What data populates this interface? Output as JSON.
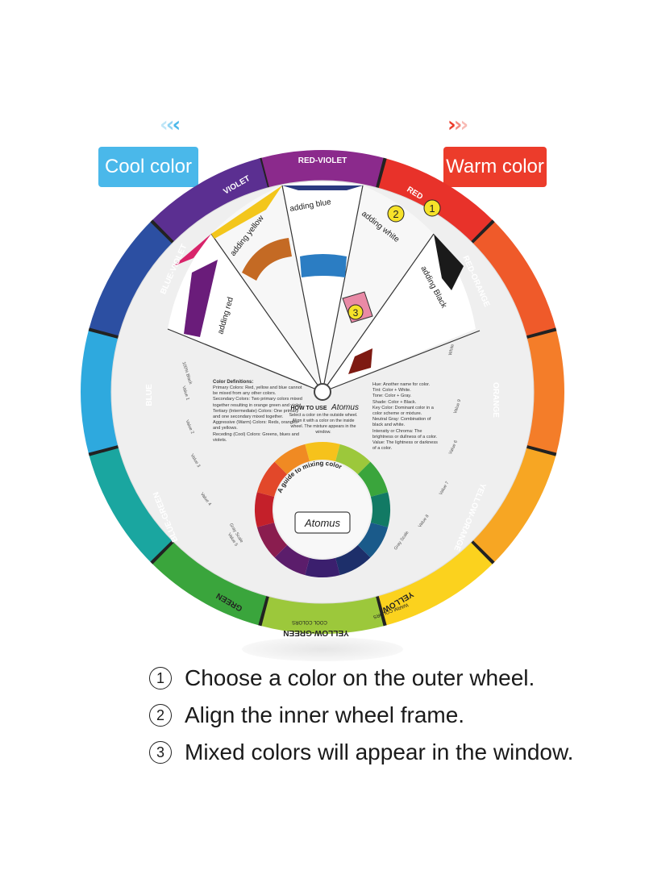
{
  "header": {
    "cool_label": "Cool color",
    "warm_label": "Warm color",
    "cool_color": "#4ab8ea",
    "warm_color": "#ec3c2b"
  },
  "wheel": {
    "outer_segments": [
      {
        "label": "RED-VIOLET",
        "color": "#8b2a8c"
      },
      {
        "label": "RED",
        "color": "#e8322a"
      },
      {
        "label": "RED-ORANGE",
        "color": "#ef5a2a"
      },
      {
        "label": "ORANGE",
        "color": "#f47d29"
      },
      {
        "label": "YELLOW-ORANGE",
        "color": "#f7a623"
      },
      {
        "label": "YELLOW",
        "color": "#fbd21e"
      },
      {
        "label": "YELLOW-GREEN",
        "color": "#9cc83b"
      },
      {
        "label": "GREEN",
        "color": "#3aa53c"
      },
      {
        "label": "BLUE-GREEN",
        "color": "#1aa6a0"
      },
      {
        "label": "BLUE",
        "color": "#2ea9de"
      },
      {
        "label": "BLUE-VIOLET",
        "color": "#2c4fa2"
      },
      {
        "label": "VIOLET",
        "color": "#5b2f91"
      }
    ],
    "adding_labels": [
      "adding red",
      "adding yellow",
      "adding blue",
      "adding white",
      "adding Black"
    ],
    "callouts": [
      "1",
      "2",
      "3"
    ],
    "how_to_use_title": "HOW TO USE",
    "brand": "Atomus",
    "how_to_use_text": "Select a color on the outside wheel. Align it with a color on the inside wheel. The mixture appears in the window.",
    "left_defs_title": "Color Definitions:",
    "left_defs": [
      "Primary Colors: Red, yellow and blue cannot be mixed from any other colors.",
      "Secondary Colors: Two primary colors mixed together resulting in orange green and violet.",
      "Tertiary (Intermediate) Colors: One primary and one secondary mixed together.",
      "Aggressive (Warm) Colors: Reds, oranges and yellows.",
      "Receding (Cool) Colors: Greens, blues and violets."
    ],
    "right_defs": [
      "Hue: Another name for color.",
      "Tint: Color + White.",
      "Tone: Color + Gray.",
      "Shade: Color + Black.",
      "Key Color: Dominant color in a color scheme or mixture.",
      "Neutral Gray: Combination of black and white.",
      "Intensity or Chroma: The brightness or dullness of a color.",
      "Value: The lightness or darkness of a color."
    ],
    "gray_left": [
      "100% Black",
      "Value 1",
      "Value 2",
      "Value 3",
      "Value 4",
      "Value 5",
      "Gray Scale"
    ],
    "gray_right": [
      "White",
      "Value 9",
      "Value 8",
      "Value 7",
      "Value 6",
      "Gray Scale"
    ],
    "inner_ring_text": "A guide to mixing color",
    "inner_ring_sub": "For amateur and professional use",
    "cool_colors_label": "COOL COLORS",
    "warm_colors_label": "WARM COLORS"
  },
  "steps": [
    {
      "num": "①",
      "text": "Choose a color on the outer wheel."
    },
    {
      "num": "②",
      "text": "Align the inner wheel frame."
    },
    {
      "num": "③",
      "text": "Mixed colors will appear in the window."
    }
  ]
}
